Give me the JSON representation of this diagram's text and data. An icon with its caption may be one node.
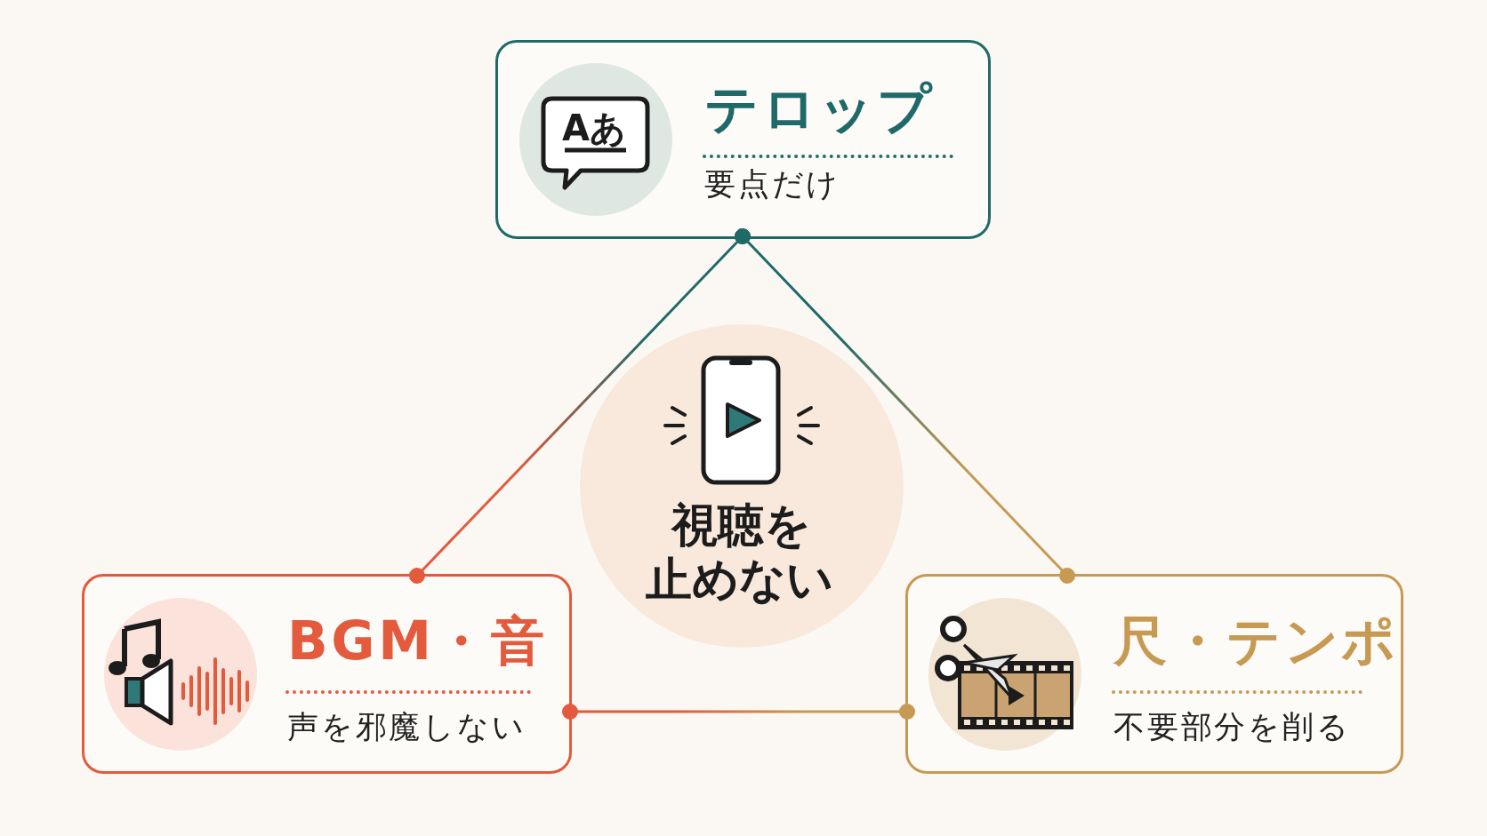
{
  "diagram": {
    "nodes": [
      {
        "text": [
          "テロップ",
          "要点だけ"
        ]
      },
      {
        "text": [
          "視聴を止めない"
        ]
      },
      {
        "text": [
          "BGM・音",
          "声を邪魔しない"
        ]
      },
      {
        "text": [
          "尺・テンポ",
          "不要部分を削る"
        ]
      }
    ],
    "edges": [
      {
        "from": 0,
        "to": 2,
        "arrow": "other"
      },
      {
        "from": 0,
        "to": 3,
        "arrow": "other"
      },
      {
        "from": 2,
        "to": 3,
        "arrow": "other"
      }
    ],
    "labels": [
      "Aあ"
    ]
  }
}
